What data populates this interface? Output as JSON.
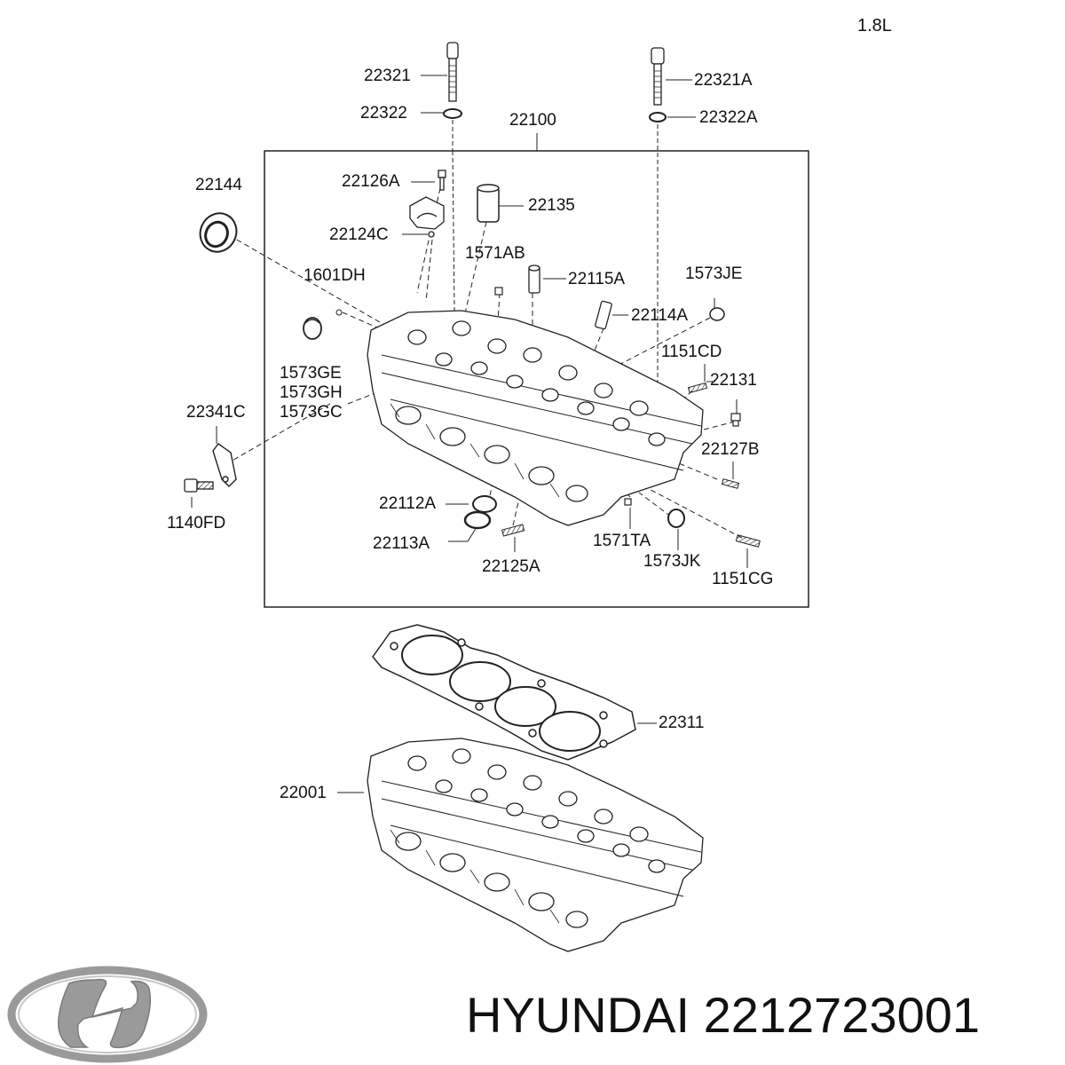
{
  "header": {
    "engine": "1.8L"
  },
  "parts": [
    "22321",
    "22322",
    "22100",
    "22321A",
    "22322A",
    "22144",
    "22126A",
    "22135",
    "22124C",
    "1571AB",
    "1601DH",
    "22115A",
    "1573JE",
    "22114A",
    "1573GE",
    "1573GH",
    "1573GC",
    "1151CD",
    "22131",
    "22341C",
    "22127B",
    "1140FD",
    "22112A",
    "22113A",
    "1571TA",
    "22125A",
    "1573JK",
    "1151CG",
    "22311",
    "22001"
  ],
  "footer": {
    "brand": "HYUNDAI",
    "part_number": "2212723001",
    "text": "HYUNDAI 2212723001"
  },
  "colors": {
    "line": "#222222",
    "fill": "#ffffff",
    "logo": "#9a9a9a"
  }
}
